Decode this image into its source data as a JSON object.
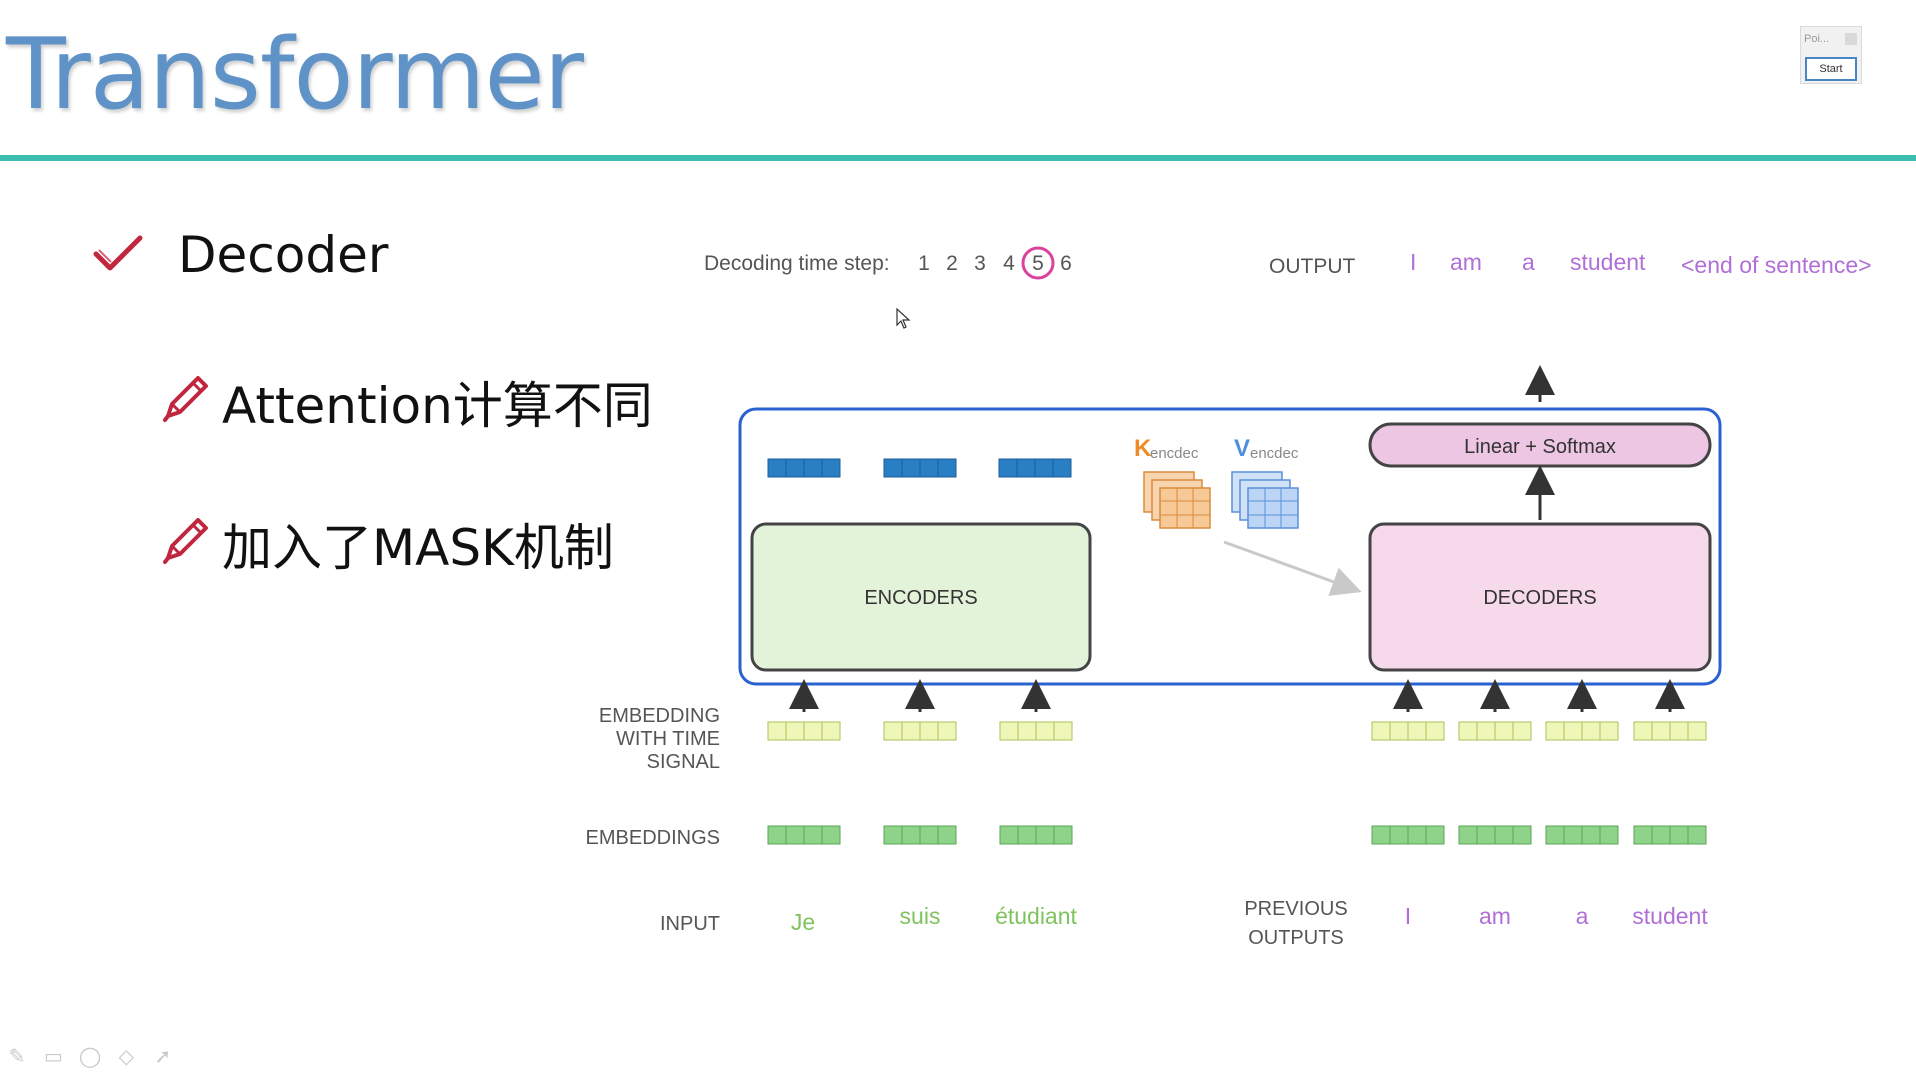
{
  "slide": {
    "title": "Transformer",
    "bullet_main": "Decoder",
    "bullet_sub": [
      "Attention计算不同",
      "加入了MASK机制"
    ]
  },
  "widget": {
    "title": "Poi...",
    "button": "Start"
  },
  "diagram": {
    "decoding_label": "Decoding time step:",
    "steps": [
      "1",
      "2",
      "3",
      "4",
      "5",
      "6"
    ],
    "highlighted_step": "5",
    "output_label": "OUTPUT",
    "output_words": [
      "I",
      "am",
      "a",
      "student",
      "<end of sentence>"
    ],
    "linear_softmax": "Linear + Softmax",
    "encoders": "ENCODERS",
    "decoders": "DECODERS",
    "k_label": "K",
    "k_sub": "encdec",
    "v_label": "V",
    "v_sub": "encdec",
    "embedding_time_signal": [
      "EMBEDDING",
      "WITH TIME",
      "SIGNAL"
    ],
    "embeddings_label": "EMBEDDINGS",
    "input_label": "INPUT",
    "input_words": [
      "Je",
      "suis",
      "étudiant"
    ],
    "previous_outputs": [
      "PREVIOUS",
      "OUTPUTS"
    ],
    "previous_words": [
      "I",
      "am",
      "a",
      "student"
    ]
  },
  "colors": {
    "title": "#5f93c8",
    "rule": "#3bbdb0",
    "frame": "#2962d0",
    "encoder_fill": "#e3f3da",
    "decoder_fill": "#f6d9ea",
    "purple_text": "#b06fd6",
    "green_text": "#7fc35e",
    "dark_blue_block": "#2a7fc4",
    "yellow_block": "#eef6b8",
    "green_block": "#8fd38a",
    "k_color": "#f08a24",
    "v_color": "#4f8fdc"
  },
  "tools": [
    "pen-icon",
    "screen-icon",
    "eraser-icon",
    "highlighter-icon",
    "pointer-icon"
  ]
}
